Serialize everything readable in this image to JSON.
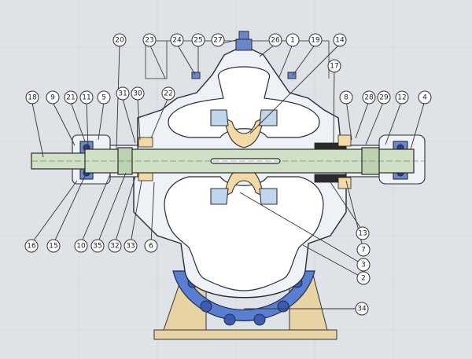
{
  "callouts": [
    {
      "label": "18"
    },
    {
      "label": "9"
    },
    {
      "label": "21"
    },
    {
      "label": "11"
    },
    {
      "label": "5"
    },
    {
      "label": "20"
    },
    {
      "label": "31"
    },
    {
      "label": "30"
    },
    {
      "label": "23"
    },
    {
      "label": "22"
    },
    {
      "label": "24"
    },
    {
      "label": "25"
    },
    {
      "label": "27"
    },
    {
      "label": "26"
    },
    {
      "label": "1"
    },
    {
      "label": "19"
    },
    {
      "label": "14"
    },
    {
      "label": "17"
    },
    {
      "label": "8"
    },
    {
      "label": "28"
    },
    {
      "label": "29"
    },
    {
      "label": "12"
    },
    {
      "label": "4"
    },
    {
      "label": "16"
    },
    {
      "label": "15"
    },
    {
      "label": "10"
    },
    {
      "label": "35"
    },
    {
      "label": "32"
    },
    {
      "label": "33"
    },
    {
      "label": "6"
    },
    {
      "label": "13"
    },
    {
      "label": "7"
    },
    {
      "label": "3"
    },
    {
      "label": "2"
    },
    {
      "label": "34"
    }
  ],
  "colors": {
    "background": "#dfe3e8",
    "casing": "#eef1f6",
    "casing_outline": "#2a2a3a",
    "water_passage": "#ffffff",
    "impeller": "#f3d9a6",
    "shaft": "#cfe0c7",
    "bearing": "#6a87c9",
    "packing": "#2a2a2a",
    "base_flange": "#5a7fd1",
    "support_feet": "#e8d3a5",
    "lines": "#333333"
  }
}
